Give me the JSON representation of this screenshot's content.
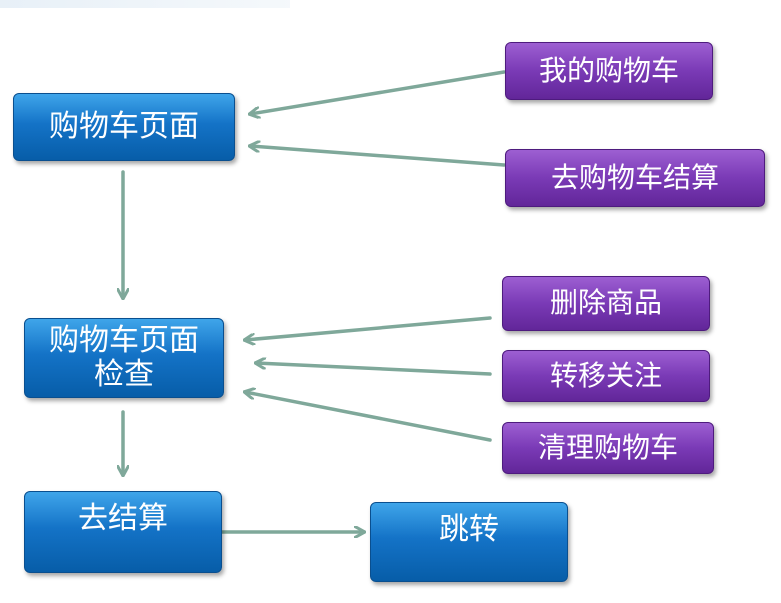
{
  "nodes": {
    "cart_page": "购物车页面",
    "cart_check_line1": "购物车页面",
    "cart_check_line2": "检查",
    "checkout": "去结算",
    "redirect": "跳转",
    "my_cart": "我的购物车",
    "go_cart_checkout": "去购物车结算",
    "delete_item": "删除商品",
    "move_to_favorites": "转移关注",
    "clear_cart": "清理购物车"
  },
  "colors": {
    "blue_node": "#1473c7",
    "purple_node": "#7a3ab6",
    "arrow": "#7fa89a"
  }
}
